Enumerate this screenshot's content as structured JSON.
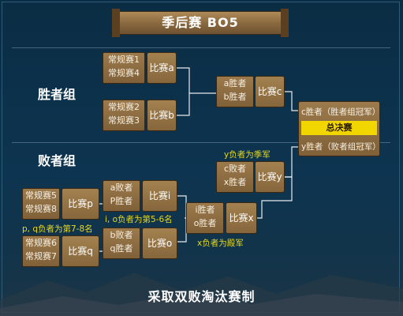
{
  "title": "季后赛 BO5",
  "groups": {
    "winners": "胜者组",
    "losers": "败者组"
  },
  "tiles": {
    "r1": "常规赛1",
    "r4": "常规赛4",
    "r2": "常规赛2",
    "r3": "常规赛3",
    "r5": "常规赛5",
    "r8": "常规赛8",
    "r6": "常规赛6",
    "r7": "常规赛7",
    "a_win": "a胜者",
    "b_win": "b胜者",
    "c_lose": "c败者",
    "x_win": "x胜者",
    "a_lose": "a败者",
    "p_win": "P胜者",
    "b_lose": "b败者",
    "q_win": "q胜者",
    "i_win": "i胜者",
    "o_win": "o胜者"
  },
  "matches": {
    "a": "比赛a",
    "b": "比赛b",
    "c": "比赛c",
    "y": "比赛y",
    "i": "比赛i",
    "o": "比赛o",
    "p": "比赛p",
    "q": "比赛q",
    "x": "比赛x"
  },
  "final": {
    "top": "c胜者（胜者组冠军）",
    "label": "总决赛",
    "bottom": "y胜者（败者组冠军）"
  },
  "notes": {
    "y_lose": "y负者为季军",
    "io_lose": "i, o负者为第5-6名",
    "pq_lose": "p, q负者为第7-8名",
    "x_lose": "x负者为殿军"
  },
  "footer": "采取双败淘汰赛制",
  "colors": {
    "highlight": "#f2d600",
    "note": "#e8d81a",
    "tile": "#8a6a3f"
  }
}
